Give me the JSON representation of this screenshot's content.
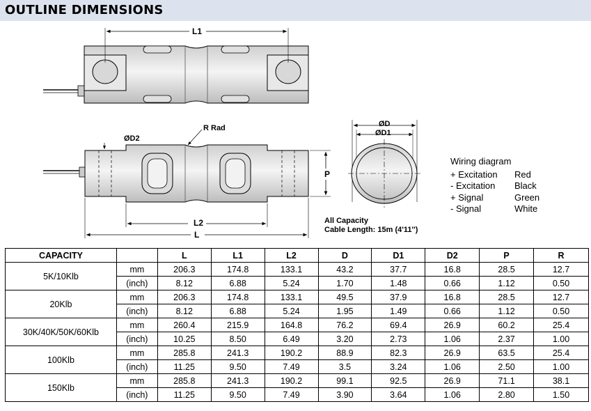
{
  "header": {
    "title": "OUTLINE DIMENSIONS"
  },
  "drawing_labels": {
    "top_l1": "L1",
    "r_rad": "R Rad",
    "od2": "ØD2",
    "p": "P",
    "l2": "L2",
    "l": "L",
    "od": "ØD",
    "od1": "ØD1"
  },
  "wiring": {
    "title": "Wiring diagram",
    "rows": [
      {
        "signal": "+ Excitation",
        "color": "Red"
      },
      {
        "signal": "- Excitation",
        "color": "Black"
      },
      {
        "signal": "+ Signal",
        "color": "Green"
      },
      {
        "signal": "- Signal",
        "color": "White"
      }
    ]
  },
  "cable_note": {
    "line1": "All Capacity",
    "line2": "Cable Length: 15m (4'11'')"
  },
  "table": {
    "headers": [
      "CAPACITY",
      "",
      "L",
      "L1",
      "L2",
      "D",
      "D1",
      "D2",
      "P",
      "R"
    ],
    "groups": [
      {
        "capacity": "5K/10Klb",
        "rows": [
          {
            "unit": "mm",
            "values": [
              "206.3",
              "174.8",
              "133.1",
              "43.2",
              "37.7",
              "16.8",
              "28.5",
              "12.7"
            ]
          },
          {
            "unit": "(inch)",
            "values": [
              "8.12",
              "6.88",
              "5.24",
              "1.70",
              "1.48",
              "0.66",
              "1.12",
              "0.50"
            ]
          }
        ]
      },
      {
        "capacity": "20Klb",
        "rows": [
          {
            "unit": "mm",
            "values": [
              "206.3",
              "174.8",
              "133.1",
              "49.5",
              "37.9",
              "16.8",
              "28.5",
              "12.7"
            ]
          },
          {
            "unit": "(inch)",
            "values": [
              "8.12",
              "6.88",
              "5.24",
              "1.95",
              "1.49",
              "0.66",
              "1.12",
              "0.50"
            ]
          }
        ]
      },
      {
        "capacity": "30K/40K/50K/60Klb",
        "rows": [
          {
            "unit": "mm",
            "values": [
              "260.4",
              "215.9",
              "164.8",
              "76.2",
              "69.4",
              "26.9",
              "60.2",
              "25.4"
            ]
          },
          {
            "unit": "(inch)",
            "values": [
              "10.25",
              "8.50",
              "6.49",
              "3.20",
              "2.73",
              "1.06",
              "2.37",
              "1.00"
            ]
          }
        ]
      },
      {
        "capacity": "100Klb",
        "rows": [
          {
            "unit": "mm",
            "values": [
              "285.8",
              "241.3",
              "190.2",
              "88.9",
              "82.3",
              "26.9",
              "63.5",
              "25.4"
            ]
          },
          {
            "unit": "(inch)",
            "values": [
              "11.25",
              "9.50",
              "7.49",
              "3.5",
              "3.24",
              "1.06",
              "2.50",
              "1.00"
            ]
          }
        ]
      },
      {
        "capacity": "150Klb",
        "rows": [
          {
            "unit": "mm",
            "values": [
              "285.8",
              "241.3",
              "190.2",
              "99.1",
              "92.5",
              "26.9",
              "71.1",
              "38.1"
            ]
          },
          {
            "unit": "(inch)",
            "values": [
              "11.25",
              "9.50",
              "7.49",
              "3.90",
              "3.64",
              "1.06",
              "2.80",
              "1.50"
            ]
          }
        ]
      }
    ]
  }
}
